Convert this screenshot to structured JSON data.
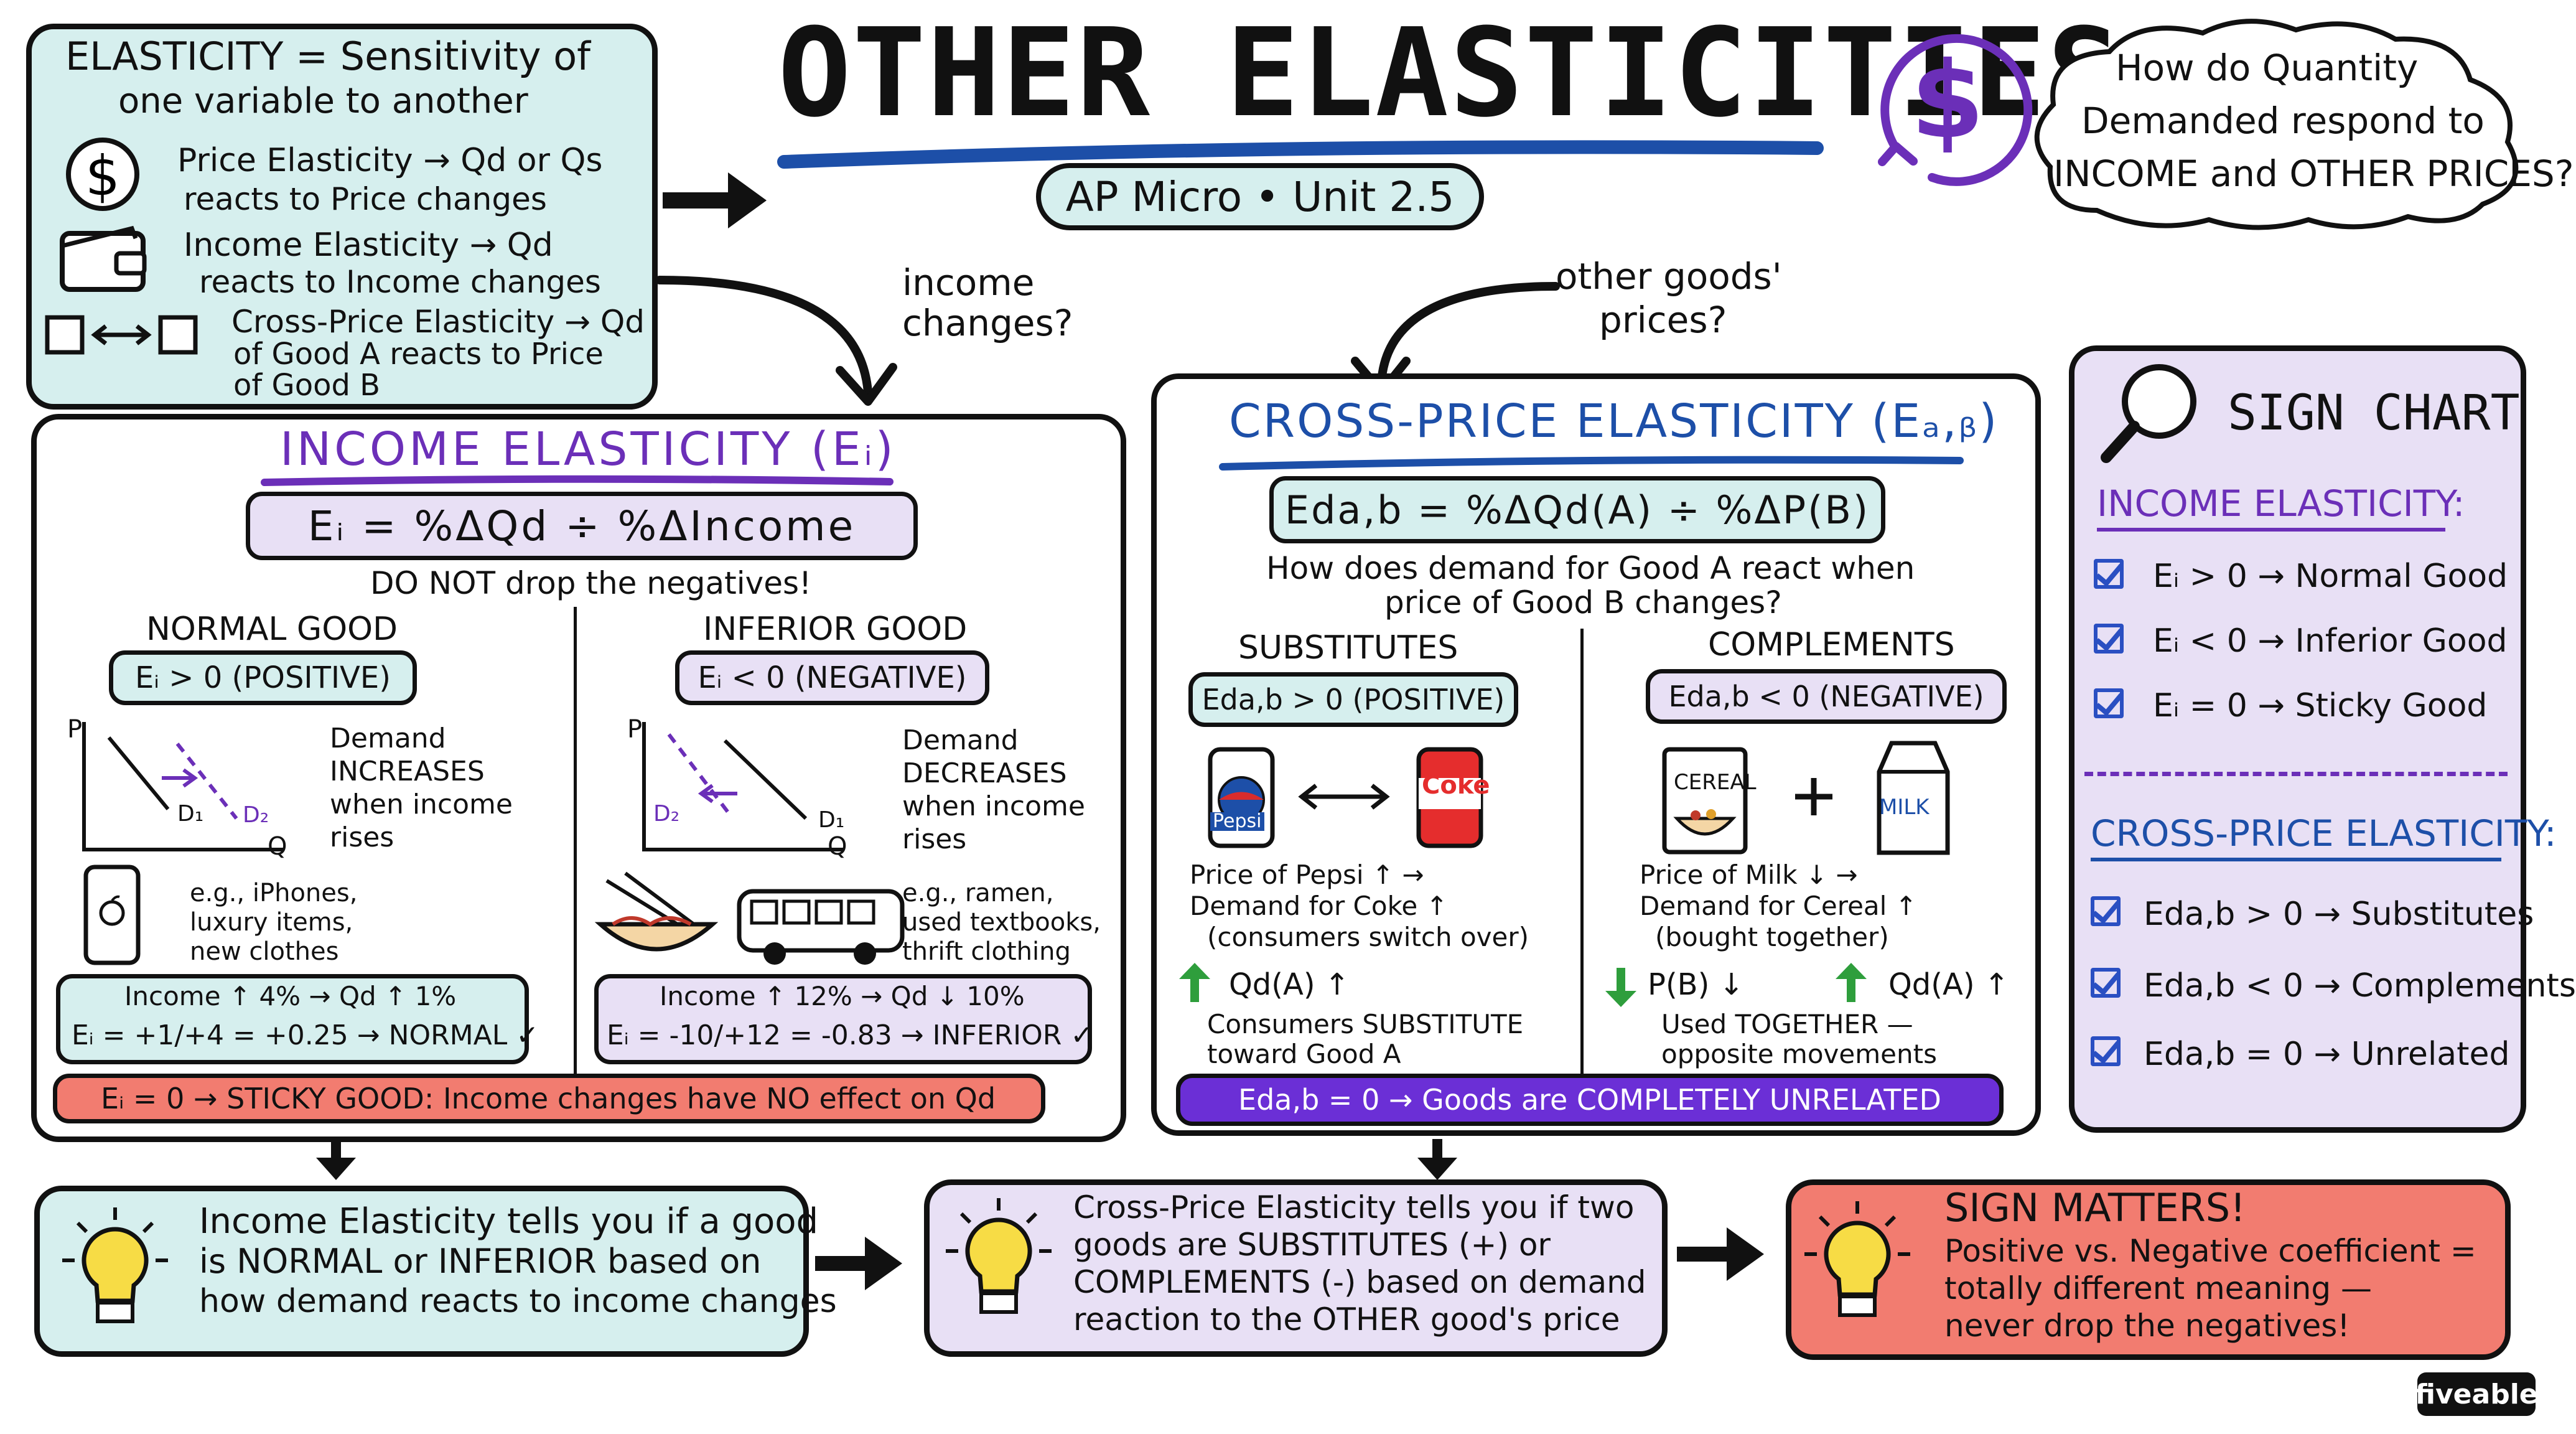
{
  "header": {
    "title": "OTHER ELASTICITIES",
    "subtitle": "AP Micro • Unit 2.5",
    "question": [
      "How do Quantity",
      "Demanded respond to",
      "INCOME and OTHER PRICES?"
    ]
  },
  "defs": {
    "title": [
      "ELASTICITY = Sensitivity of",
      "one variable to another"
    ],
    "price": [
      "Price Elasticity → Qd or Qs",
      "reacts to Price changes"
    ],
    "income": [
      "Income Elasticity → Qd",
      "reacts to Income changes"
    ],
    "cross": [
      "Cross-Price Elasticity → Qd",
      "of Good A reacts to Price",
      "of Good B"
    ]
  },
  "connectors": {
    "income_q": [
      "income",
      "changes?"
    ],
    "other_q": [
      "other goods'",
      "prices?"
    ]
  },
  "income_panel": {
    "title": "INCOME ELASTICITY (Eᵢ)",
    "formula": "Eᵢ = %ΔQd ÷ %ΔIncome",
    "note": "DO NOT drop the negatives!",
    "normal": {
      "heading": "NORMAL GOOD",
      "sign": "Eᵢ > 0 (POSITIVE)",
      "desc": [
        "Demand",
        "INCREASES",
        "when income",
        "rises"
      ],
      "axis_p": "P",
      "axis_q": "Q",
      "d1": "D₁",
      "d2": "D₂",
      "examples": [
        "e.g., iPhones,",
        "luxury items,",
        "new clothes"
      ],
      "calc1": "Income ↑ 4% → Qd ↑ 1%",
      "calc2": "Eᵢ = +1/+4 = +0.25 → NORMAL ✓"
    },
    "inferior": {
      "heading": "INFERIOR GOOD",
      "sign": "Eᵢ < 0 (NEGATIVE)",
      "desc": [
        "Demand",
        "DECREASES",
        "when income",
        "rises"
      ],
      "axis_p": "P",
      "axis_q": "Q",
      "d1": "D₁",
      "d2": "D₂",
      "examples": [
        "e.g., ramen,",
        "used textbooks,",
        "thrift clothing"
      ],
      "calc1": "Income ↑ 12% → Qd ↓ 10%",
      "calc2": "Eᵢ = -10/+12 = -0.83 → INFERIOR ✓"
    },
    "sticky": "Eᵢ = 0 → STICKY GOOD: Income changes have NO effect on Qd"
  },
  "cross_panel": {
    "title": "CROSS-PRICE ELASTICITY (Eₐ,ᵦ)",
    "formula": "Eda,b = %ΔQd(A) ÷ %ΔP(B)",
    "question": [
      "How does demand for Good A react when",
      "price of Good B changes?"
    ],
    "substitutes": {
      "heading": "SUBSTITUTES",
      "sign": "Eda,b > 0 (POSITIVE)",
      "can1": "Pepsi",
      "can2": "Coke",
      "lines": [
        "Price of Pepsi ↑ →",
        "Demand for Coke ↑",
        "(consumers switch over)"
      ],
      "qd": "Qd(A) ↑",
      "note": [
        "Consumers SUBSTITUTE",
        "toward Good A"
      ]
    },
    "complements": {
      "heading": "COMPLEMENTS",
      "sign": "Eda,b < 0 (NEGATIVE)",
      "item1": "CEREAL",
      "item2": "MILK",
      "lines": [
        "Price of Milk ↓ →",
        "Demand for Cereal ↑",
        "(bought together)"
      ],
      "pb": "P(B) ↓",
      "qd": "Qd(A) ↑",
      "note": [
        "Used TOGETHER —",
        "opposite movements"
      ]
    },
    "unrelated": "Eda,b = 0 → Goods are COMPLETELY UNRELATED"
  },
  "sign_chart": {
    "title": "SIGN CHART",
    "income_head": "INCOME ELASTICITY:",
    "income_items": [
      "Eᵢ > 0 → Normal Good",
      "Eᵢ < 0 → Inferior Good",
      "Eᵢ = 0 → Sticky Good"
    ],
    "cross_head": "CROSS-PRICE ELASTICITY:",
    "cross_items": [
      "Eda,b > 0 → Substitutes",
      "Eda,b < 0 → Complements",
      "Eda,b = 0 → Unrelated"
    ]
  },
  "takeaways": {
    "one": [
      "Income Elasticity tells you if a good",
      "is NORMAL or INFERIOR based on",
      "how demand reacts to income changes"
    ],
    "two": [
      "Cross-Price Elasticity tells you if two",
      "goods are SUBSTITUTES (+) or",
      "COMPLEMENTS (-) based on demand",
      "reaction to the OTHER good's price"
    ],
    "three_title": "SIGN MATTERS!",
    "three": [
      "Positive vs. Negative coefficient =",
      "totally different meaning —",
      "never drop the negatives!"
    ]
  },
  "brand": "fiveable"
}
